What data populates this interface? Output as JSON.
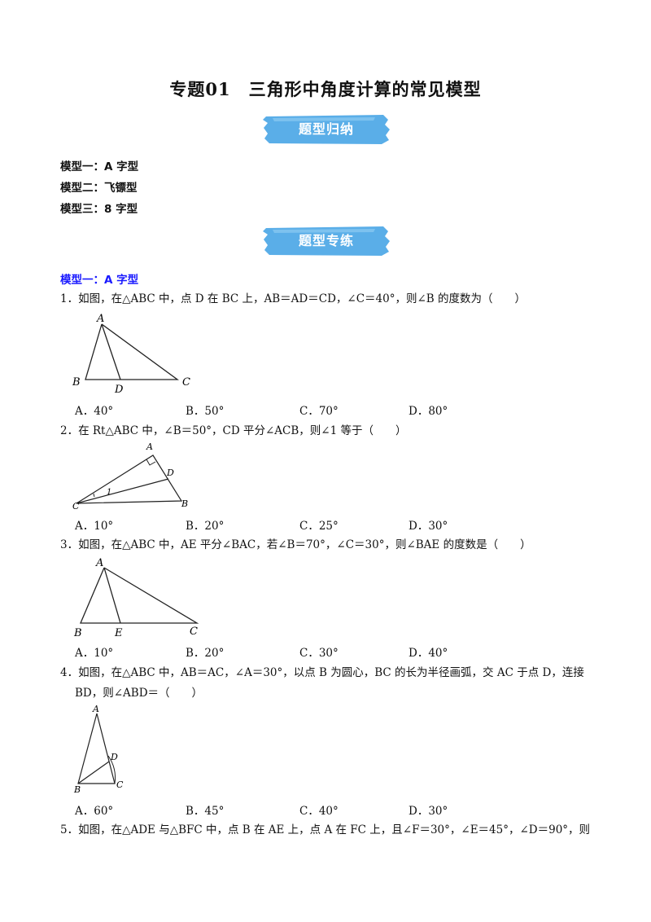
{
  "title": "专题01　三角形中角度计算的常见模型",
  "banners": {
    "summary": "题型归纳",
    "practice": "题型专练"
  },
  "colors": {
    "banner": "#5aaee8",
    "section_head": "#1a1aff"
  },
  "models": [
    "模型一：A 字型",
    "模型二：飞镖型",
    "模型三：8 字型"
  ],
  "section_head": "模型一：A 字型",
  "questions": [
    {
      "text": "1．如图，在△ABC 中，点 D 在 BC 上，AB＝AD＝CD，∠C＝40°，则∠B 的度数为（　　）",
      "labels": [
        "A",
        "B",
        "D",
        "C"
      ],
      "options": [
        "A．40°",
        "B．50°",
        "C．70°",
        "D．80°"
      ]
    },
    {
      "text": "2．在 Rt△ABC 中，∠B＝50°，CD 平分∠ACB，则∠1 等于（　　）",
      "labels": [
        "A",
        "D",
        "C",
        "B",
        "1"
      ],
      "options": [
        "A．10°",
        "B．20°",
        "C．25°",
        "D．30°"
      ]
    },
    {
      "text": "3．如图，在△ABC 中，AE 平分∠BAC，若∠B＝70°，∠C＝30°，则∠BAE 的度数是（　　）",
      "labels": [
        "A",
        "B",
        "E",
        "C"
      ],
      "options": [
        "A．10°",
        "B．20°",
        "C．30°",
        "D．40°"
      ]
    },
    {
      "text": "4．如图，在△ABC 中，AB＝AC，∠A＝30°，以点 B 为圆心，BC 的长为半径画弧，交 AC 于点 D，连接",
      "text2": "BD，则∠ABD＝（　　）",
      "labels": [
        "A",
        "D",
        "B",
        "C"
      ],
      "options": [
        "A．60°",
        "B．45°",
        "C．40°",
        "D．30°"
      ]
    },
    {
      "text": "5．如图，在△ADE 与△BFC 中，点 B 在 AE 上，点 A 在 FC 上，且∠F＝30°，∠E＝45°，∠D＝90°，则"
    }
  ]
}
